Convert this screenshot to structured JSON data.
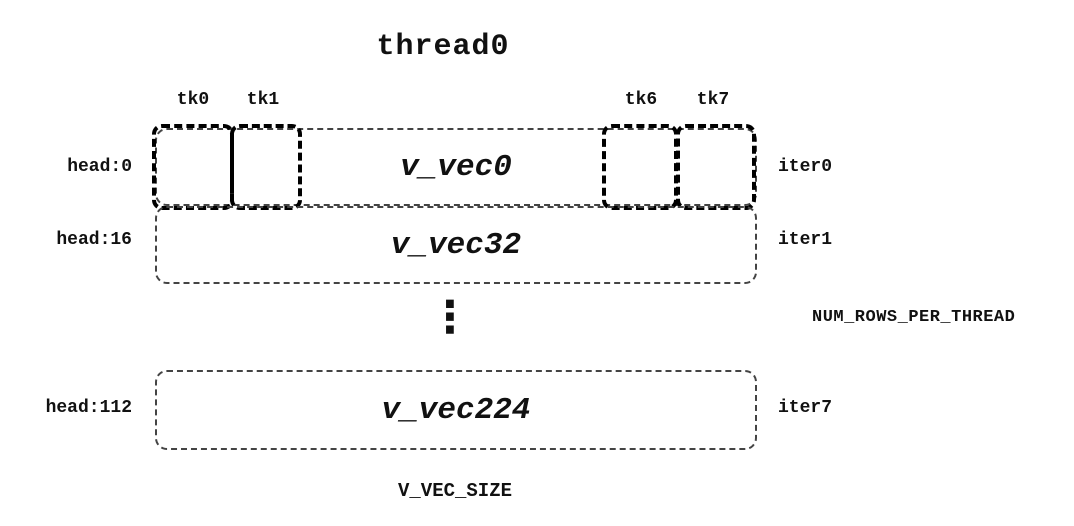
{
  "diagram": {
    "title": "thread0",
    "ticks": [
      {
        "label": "tk0"
      },
      {
        "label": "tk1"
      },
      {
        "label": "tk6"
      },
      {
        "label": "tk7"
      }
    ],
    "rows": [
      {
        "head": "head:0",
        "vec": "v_vec0",
        "iter": "iter0"
      },
      {
        "head": "head:16",
        "vec": "v_vec32",
        "iter": "iter1"
      },
      {
        "head": "head:112",
        "vec": "v_vec224",
        "iter": "iter7"
      }
    ],
    "ellipsis": "⋮",
    "annotations": {
      "num_rows": "NUM_ROWS_PER_THREAD",
      "v_vec_size": "V_VEC_SIZE"
    },
    "colors": {
      "ink": "#111111",
      "background": "#ffffff"
    }
  }
}
